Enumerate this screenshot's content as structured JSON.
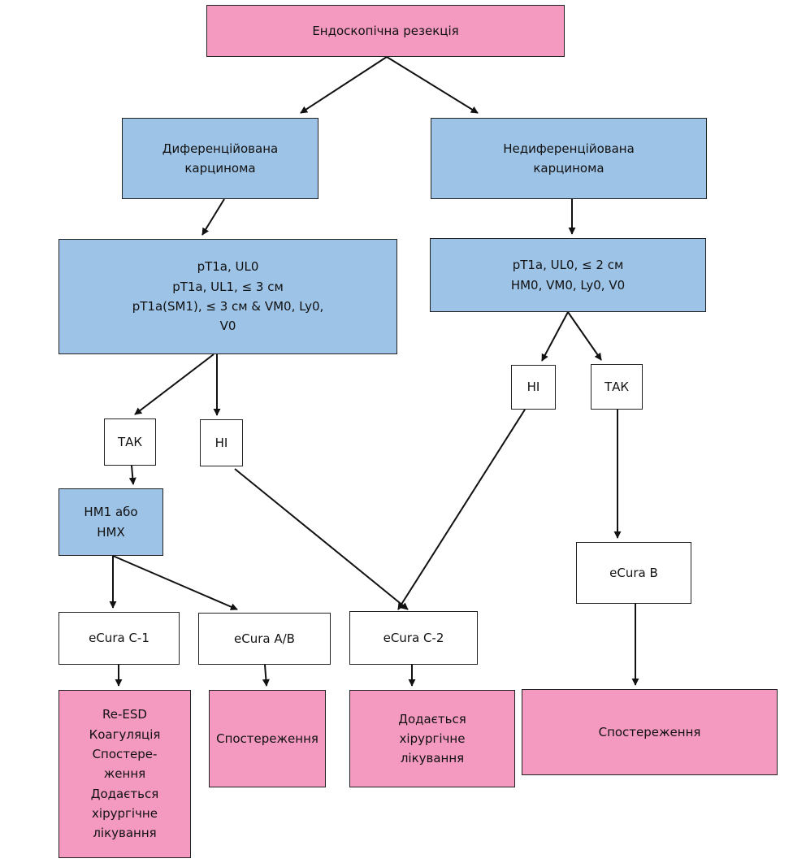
{
  "colors": {
    "pink": "#f49ac1",
    "blue": "#9dc3e6",
    "white": "#ffffff",
    "stroke": "#111111"
  },
  "nodes": {
    "root": {
      "lines": [
        "Ендоскопічна резекція"
      ]
    },
    "diff": {
      "lines": [
        "Диференційована",
        "карцинома"
      ]
    },
    "undiff": {
      "lines": [
        "Недиференційована",
        "карцинома"
      ]
    },
    "criteria_diff": {
      "lines": [
        "pT1a, UL0",
        "pT1a, UL1, ≤ 3 см",
        "pT1a(SM1), ≤ 3 см & VM0, Ly0,",
        "V0"
      ]
    },
    "criteria_undiff": {
      "lines": [
        "pT1a, UL0, ≤ 2 см",
        "HM0, VM0, Ly0, V0"
      ]
    },
    "yes_left": {
      "lines": [
        "ТАК"
      ]
    },
    "no_left": {
      "lines": [
        "НІ"
      ]
    },
    "no_right": {
      "lines": [
        "НІ"
      ]
    },
    "yes_right": {
      "lines": [
        "ТАК"
      ]
    },
    "hm1": {
      "lines": [
        "HM1 або",
        "HMX"
      ]
    },
    "ecura_b": {
      "lines": [
        "eCura B"
      ]
    },
    "ecura_c1": {
      "lines": [
        "eCura C-1"
      ]
    },
    "ecura_ab": {
      "lines": [
        "eCura A/B"
      ]
    },
    "ecura_c2": {
      "lines": [
        "eCura C-2"
      ]
    },
    "out_c1": {
      "lines": [
        "Re-ESD",
        "Коагуляція",
        "Спостере-",
        "ження",
        "Додається",
        "хірургічне",
        "лікування"
      ]
    },
    "out_ab": {
      "lines": [
        "Спостереження"
      ]
    },
    "out_c2": {
      "lines": [
        "Додається",
        "хірургічне",
        "лікування"
      ]
    },
    "out_b": {
      "lines": [
        "Спостереження"
      ]
    }
  },
  "edges": [
    [
      "root",
      "diff"
    ],
    [
      "root",
      "undiff"
    ],
    [
      "diff",
      "criteria_diff"
    ],
    [
      "undiff",
      "criteria_undiff"
    ],
    [
      "criteria_diff",
      "yes_left"
    ],
    [
      "criteria_diff",
      "no_left"
    ],
    [
      "criteria_undiff",
      "no_right"
    ],
    [
      "criteria_undiff",
      "yes_right"
    ],
    [
      "yes_left",
      "hm1"
    ],
    [
      "hm1",
      "ecura_c1"
    ],
    [
      "hm1",
      "ecura_ab"
    ],
    [
      "no_left",
      "ecura_c2"
    ],
    [
      "no_right",
      "ecura_c2"
    ],
    [
      "yes_right",
      "ecura_b"
    ],
    [
      "ecura_c1",
      "out_c1"
    ],
    [
      "ecura_ab",
      "out_ab"
    ],
    [
      "ecura_c2",
      "out_c2"
    ],
    [
      "ecura_b",
      "out_b"
    ]
  ]
}
